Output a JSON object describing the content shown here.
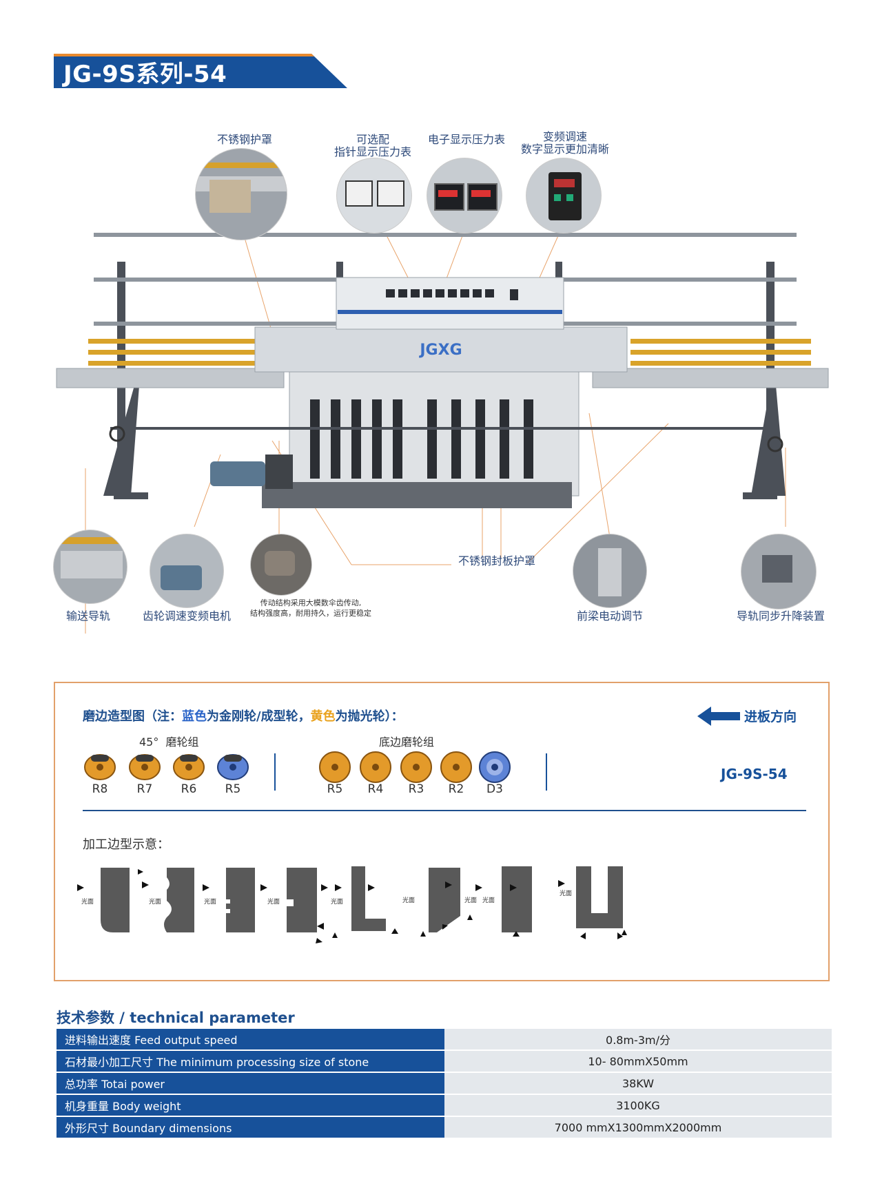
{
  "header": {
    "title": "JG-9S系列-54"
  },
  "colors": {
    "brand_blue": "#17519a",
    "accent_orange": "#e2a06a",
    "polish_yellow": "#f1b43a",
    "diamond_blue": "#3d6ccd"
  },
  "callouts": {
    "top": [
      {
        "label": "不锈钢护罩"
      },
      {
        "label": "可选配\n指针显示压力表"
      },
      {
        "label": "电子显示压力表"
      },
      {
        "label": "变频调速\n数字显示更加清晰"
      }
    ],
    "bottom": [
      {
        "label": "输送导轨"
      },
      {
        "label": "齿轮调速变频电机"
      },
      {
        "label": "传动结构采用大模数伞齿传动,\n结构强度高，耐用持久，运行更稳定"
      },
      {
        "label": "不锈钢封板护罩"
      },
      {
        "label": "前梁电动调节"
      },
      {
        "label": "导轨同步升降装置"
      }
    ]
  },
  "machine": {
    "brand": "JGXG"
  },
  "profile_section": {
    "heading_prefix": "磨边造型图（注：",
    "blue_word": "蓝色",
    "mid_text": "为金刚轮/成型轮，",
    "yellow_word": "黄色",
    "suffix": "为抛光轮）：",
    "direction_label": "进板方向",
    "model": "JG-9S-54",
    "group45_title": "45°  磨轮组",
    "group_bottom_title": "底边磨轮组",
    "group45": [
      {
        "label": "R8",
        "type": "polish"
      },
      {
        "label": "R7",
        "type": "polish"
      },
      {
        "label": "R6",
        "type": "polish"
      },
      {
        "label": "R5",
        "type": "diamond"
      }
    ],
    "group_bottom": [
      {
        "label": "R5",
        "type": "polish"
      },
      {
        "label": "R4",
        "type": "polish"
      },
      {
        "label": "R3",
        "type": "polish"
      },
      {
        "label": "R2",
        "type": "polish"
      },
      {
        "label": "D3",
        "type": "diamond"
      }
    ],
    "edge_title": "加工边型示意：",
    "edge_label": "光面"
  },
  "specs": {
    "title": "技术参数 / technical parameter",
    "rows": [
      {
        "key": "进料输出速度 Feed output speed",
        "value": "0.8m-3m/分"
      },
      {
        "key": "石材最小加工尺寸 The minimum processing size of stone",
        "value": "10- 80mmX50mm"
      },
      {
        "key": "总功率 Totai power",
        "value": "38KW"
      },
      {
        "key": "机身重量 Body weight",
        "value": "3100KG"
      },
      {
        "key": "外形尺寸 Boundary dimensions",
        "value": "7000 mmX1300mmX2000mm"
      }
    ]
  }
}
